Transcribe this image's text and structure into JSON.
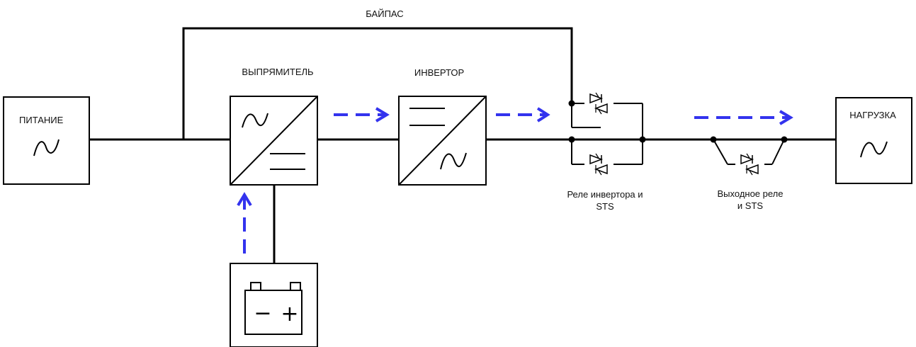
{
  "diagram": {
    "labels": {
      "bypass": "БАЙПАС",
      "input": "ПИТАНИЕ",
      "rectifier": "ВЫПРЯМИТЕЛЬ",
      "inverter": "ИНВЕРТОР",
      "load": "НАГРУЗКА",
      "inverter_relay": "Реле инвертора и\nSTS",
      "output_relay": "Выходное реле\nи STS"
    },
    "battery_symbols": {
      "minus": "−",
      "plus": "+"
    },
    "colors": {
      "line": "#000000",
      "flow_arrow": "#3333ee",
      "background": "#ffffff"
    },
    "icons": [
      "ac-sine-icon",
      "rectifier-icon",
      "inverter-icon",
      "battery-icon",
      "thyristor-switch-icon",
      "flow-arrow-icon"
    ]
  }
}
